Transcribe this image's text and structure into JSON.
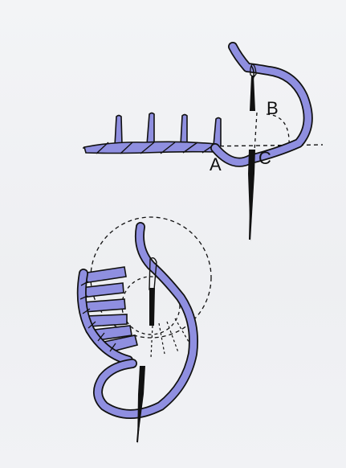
{
  "diagram": {
    "labels": {
      "a": "A",
      "b": "B",
      "c": "C"
    },
    "colors": {
      "thread": "#8f8fe0",
      "outline": "#111111",
      "needle": "#111111",
      "guide_line": "#111111",
      "background": "#f1f2f4"
    }
  }
}
